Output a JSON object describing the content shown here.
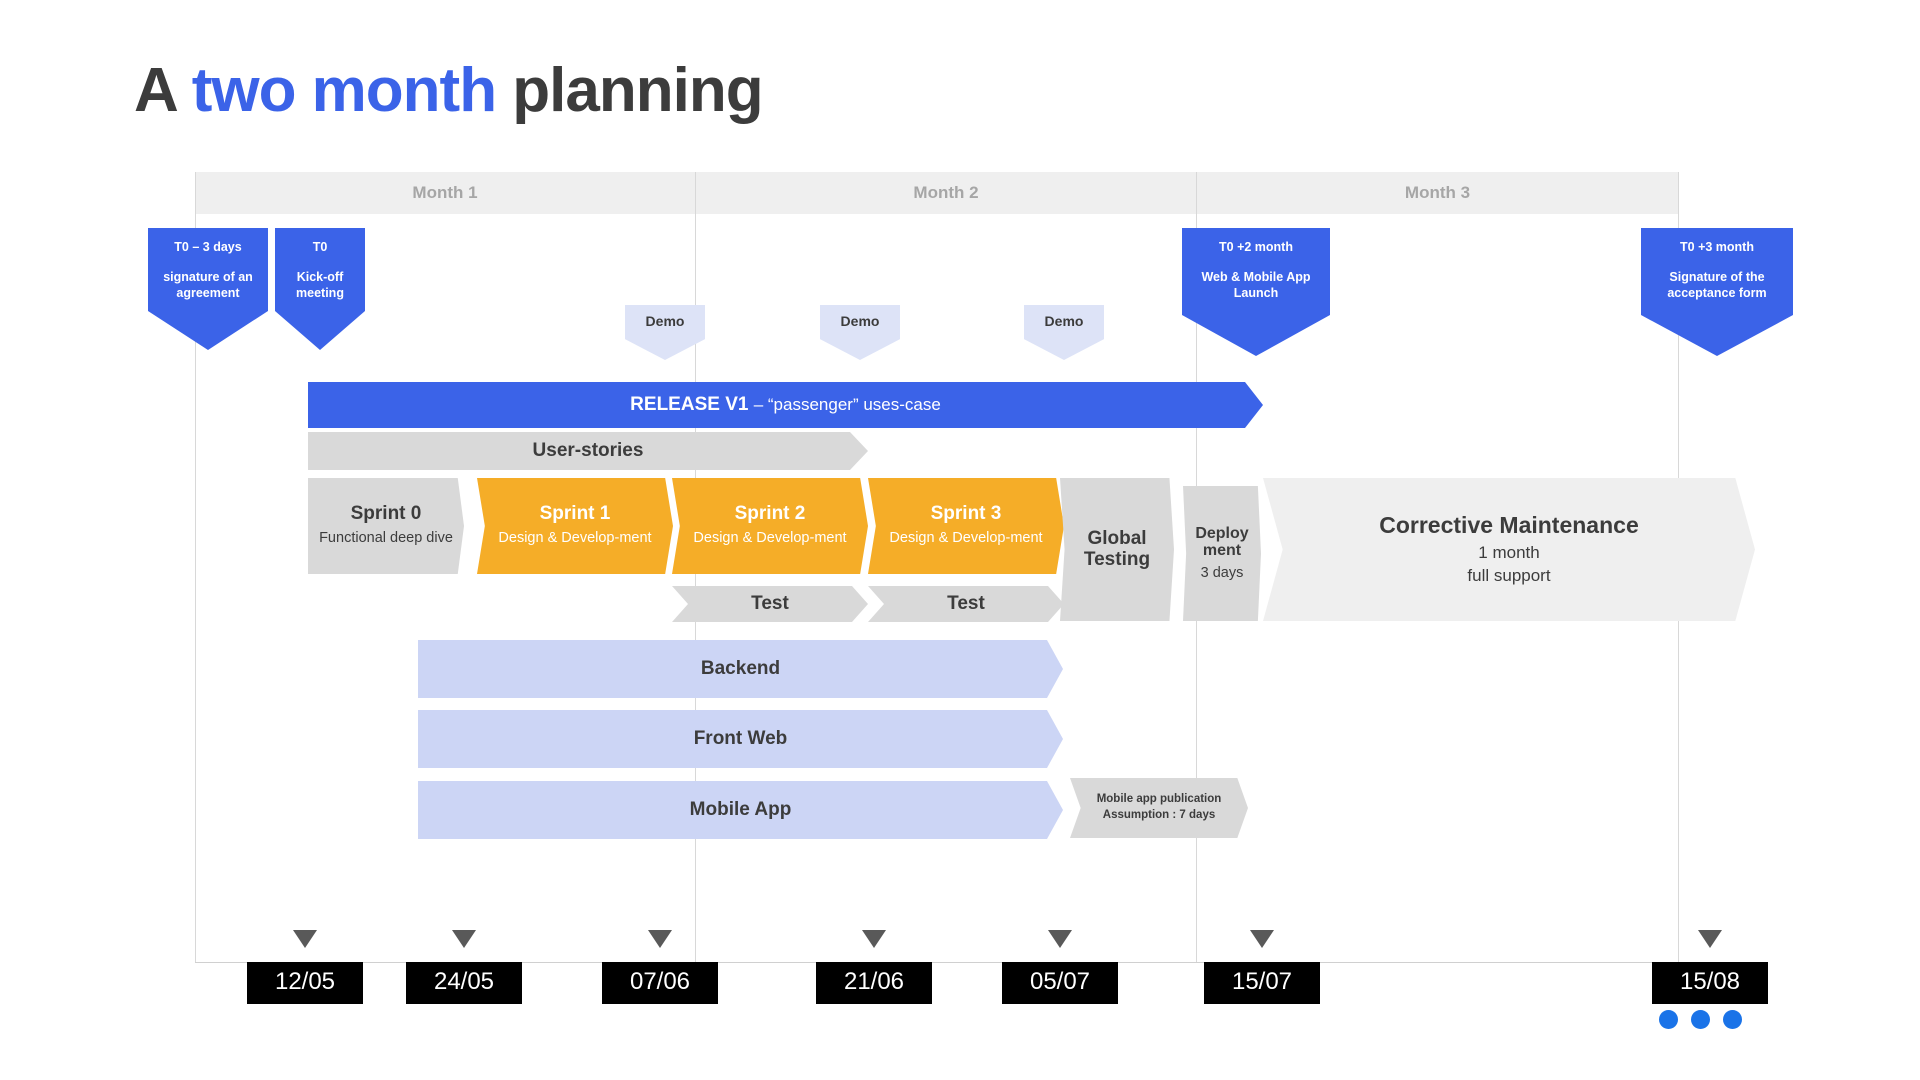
{
  "title": {
    "part1": "A ",
    "part2": "two month",
    "part3": " planning"
  },
  "colors": {
    "brand_blue": "#3b63e8",
    "orange": "#f5ad28",
    "grey": "#d9d9d9",
    "light_grey": "#efefef",
    "lavender": "#ccd5f5",
    "black": "#000000",
    "dot_blue": "#1a73e8"
  },
  "months": [
    {
      "label": "Month 1"
    },
    {
      "label": "Month 2"
    },
    {
      "label": "Month 3"
    }
  ],
  "milestones": [
    {
      "title": "T0 – 3 days",
      "sub": "signature of an agreement"
    },
    {
      "title": "T0",
      "sub": "Kick-off meeting"
    },
    {
      "title": "T0 +2 month",
      "sub": "Web & Mobile App Launch"
    },
    {
      "title": "T0 +3 month",
      "sub": "Signature of the acceptance form"
    }
  ],
  "demos": [
    {
      "label": "Demo"
    },
    {
      "label": "Demo"
    },
    {
      "label": "Demo"
    }
  ],
  "release": {
    "name": "RELEASE V1",
    "detail": "– “passenger” uses-case"
  },
  "user_stories": {
    "label": "User-stories"
  },
  "sprints": [
    {
      "title": "Sprint 0",
      "sub": "Functional deep dive",
      "color": "grey"
    },
    {
      "title": "Sprint 1",
      "sub": "Design & Develop-ment",
      "color": "orange"
    },
    {
      "title": "Sprint 2",
      "sub": "Design & Develop-ment",
      "color": "orange"
    },
    {
      "title": "Sprint 3",
      "sub": "Design & Develop-ment",
      "color": "orange"
    }
  ],
  "tests": [
    {
      "label": "Test"
    },
    {
      "label": "Test"
    }
  ],
  "phases": [
    {
      "title": "Global Testing",
      "sub": ""
    },
    {
      "title": "Deploy ment",
      "sub": "3 days"
    },
    {
      "title": "Corrective Maintenance",
      "sub": "1 month\nfull support"
    }
  ],
  "phase_global_testing": {
    "line1": "Global",
    "line2": "Testing"
  },
  "phase_deployment": {
    "line1": "Deploy",
    "line2": "ment",
    "sub": "3 days"
  },
  "phase_maintenance": {
    "title": "Corrective Maintenance",
    "sub1": "1 month",
    "sub2": "full support"
  },
  "workstreams": [
    {
      "label": "Backend"
    },
    {
      "label": "Front Web"
    },
    {
      "label": "Mobile App"
    }
  ],
  "mobile_note": {
    "line1": "Mobile app publication",
    "line2": "Assumption : 7 days"
  },
  "dates": [
    {
      "label": "12/05"
    },
    {
      "label": "24/05"
    },
    {
      "label": "07/06"
    },
    {
      "label": "21/06"
    },
    {
      "label": "05/07"
    },
    {
      "label": "15/07"
    },
    {
      "label": "15/08"
    }
  ]
}
